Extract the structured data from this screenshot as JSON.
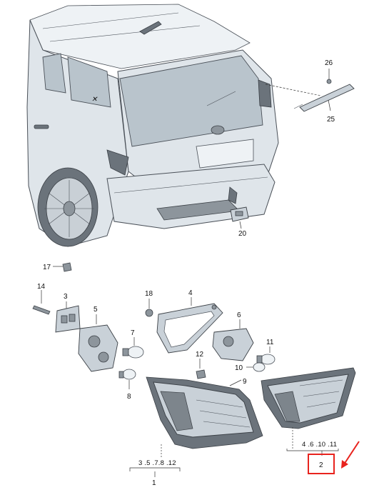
{
  "callouts": {
    "c26": "26",
    "c25": "25",
    "c20": "20",
    "c17": "17",
    "c14": "14",
    "c3": "3",
    "c5": "5",
    "c18": "18",
    "c4": "4",
    "c6": "6",
    "c7": "7",
    "c8": "8",
    "c12": "12",
    "c11": "11",
    "c10": "10",
    "c9": "9",
    "group_left": "3 .5 .7.8 .12",
    "group_left_id": "1",
    "group_right": "4 .6 .10 .11",
    "group_right_id": "2"
  },
  "highlight": {
    "box_color": "#e8231e",
    "arrow_color": "#e8231e"
  }
}
